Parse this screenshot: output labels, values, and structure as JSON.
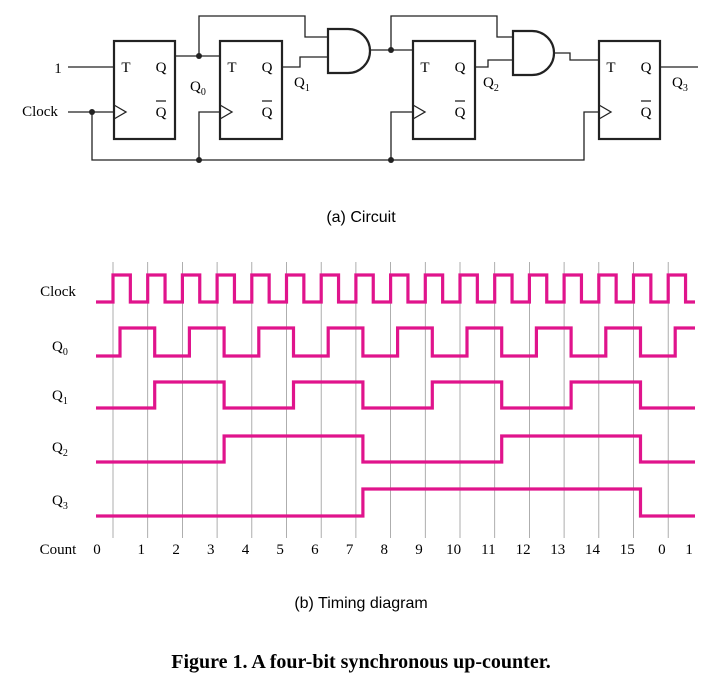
{
  "circuit": {
    "input_label": "1",
    "clock_label": "Clock",
    "t_label": "T",
    "q_label": "Q",
    "qbar_label": "Q",
    "outputs": [
      {
        "base": "Q",
        "sub": "0"
      },
      {
        "base": "Q",
        "sub": "1"
      },
      {
        "base": "Q",
        "sub": "2"
      },
      {
        "base": "Q",
        "sub": "3"
      }
    ],
    "caption": "(a) Circuit"
  },
  "timing": {
    "clock_label": "Clock",
    "signals": [
      {
        "base": "Q",
        "sub": "0"
      },
      {
        "base": "Q",
        "sub": "1"
      },
      {
        "base": "Q",
        "sub": "2"
      },
      {
        "base": "Q",
        "sub": "3"
      }
    ],
    "count_label": "Count",
    "counts": [
      "0",
      "1",
      "2",
      "3",
      "4",
      "5",
      "6",
      "7",
      "8",
      "9",
      "10",
      "11",
      "12",
      "13",
      "14",
      "15",
      "0",
      "1"
    ],
    "caption": "(b) Timing diagram",
    "wave_color": "#e0148c"
  },
  "figure_caption": "Figure 1. A four-bit synchronous up-counter."
}
